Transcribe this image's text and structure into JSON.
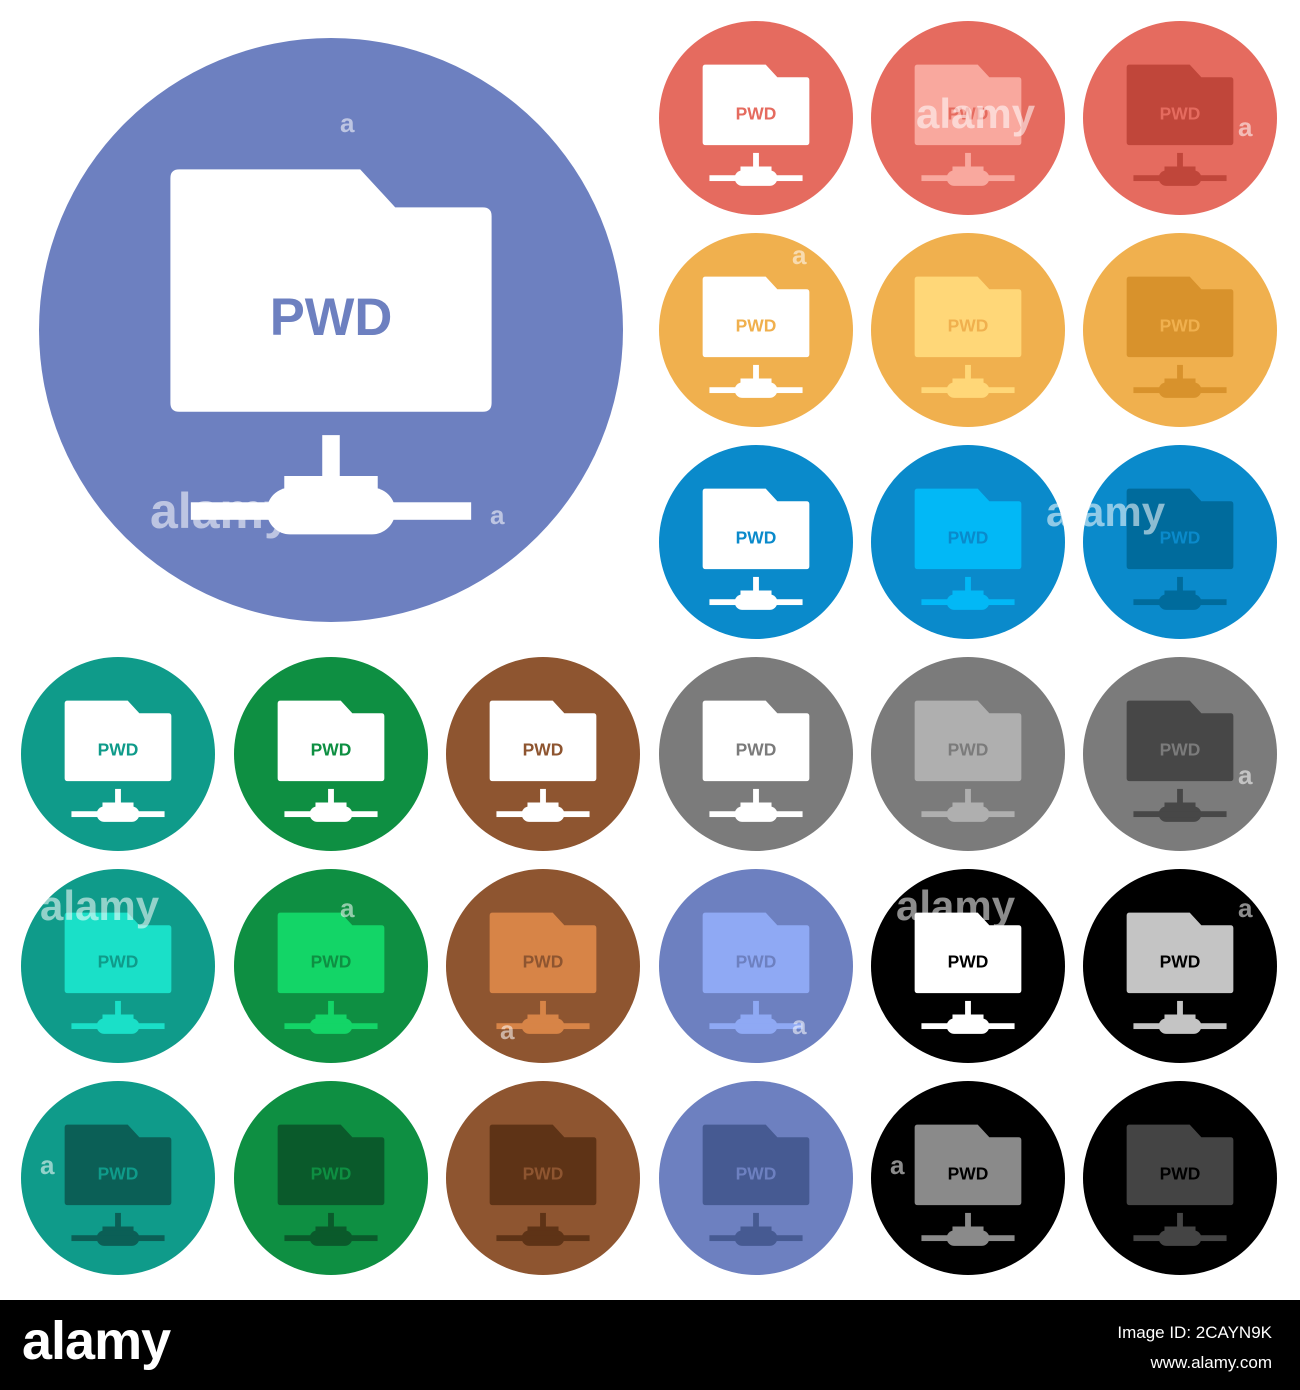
{
  "icon": {
    "name": "ftp-network-folder-icon",
    "label": "PWD",
    "variants": [
      {
        "bg": "#6d80c0",
        "folder": "#ffffff",
        "text": "#6d80c0",
        "net": "#ffffff"
      },
      {
        "bg": "#e56b5f",
        "folder": "#ffffff",
        "text": "#e56b5f",
        "net": "#ffffff"
      },
      {
        "bg": "#e56b5f",
        "folder": "#f9a89e",
        "text": "#e56b5f",
        "net": "#f9a89e"
      },
      {
        "bg": "#e56b5f",
        "folder": "#c0463a",
        "text": "#e56b5f",
        "net": "#c0463a"
      },
      {
        "bg": "#f0b04e",
        "folder": "#ffffff",
        "text": "#f0b04e",
        "net": "#ffffff"
      },
      {
        "bg": "#f0b04e",
        "folder": "#ffd778",
        "text": "#f0b04e",
        "net": "#ffd778"
      },
      {
        "bg": "#f0b04e",
        "folder": "#d8922c",
        "text": "#f0b04e",
        "net": "#d8922c"
      },
      {
        "bg": "#0a8acb",
        "folder": "#ffffff",
        "text": "#0a8acb",
        "net": "#ffffff"
      },
      {
        "bg": "#0a8acb",
        "folder": "#02b8f6",
        "text": "#0a8acb",
        "net": "#02b8f6"
      },
      {
        "bg": "#0a8acb",
        "folder": "#006b9c",
        "text": "#0a8acb",
        "net": "#006b9c"
      },
      {
        "bg": "#0f9b8a",
        "folder": "#ffffff",
        "text": "#0f9b8a",
        "net": "#ffffff"
      },
      {
        "bg": "#0e8f42",
        "folder": "#ffffff",
        "text": "#0e8f42",
        "net": "#ffffff"
      },
      {
        "bg": "#8e5530",
        "folder": "#ffffff",
        "text": "#8e5530",
        "net": "#ffffff"
      },
      {
        "bg": "#7b7b7b",
        "folder": "#ffffff",
        "text": "#7b7b7b",
        "net": "#ffffff"
      },
      {
        "bg": "#7b7b7b",
        "folder": "#afafaf",
        "text": "#7b7b7b",
        "net": "#afafaf"
      },
      {
        "bg": "#7b7b7b",
        "folder": "#474747",
        "text": "#7b7b7b",
        "net": "#474747"
      },
      {
        "bg": "#0f9b8a",
        "folder": "#1ae0c8",
        "text": "#0f9b8a",
        "net": "#1ae0c8"
      },
      {
        "bg": "#0e8f42",
        "folder": "#13d567",
        "text": "#0e8f42",
        "net": "#13d567"
      },
      {
        "bg": "#8e5530",
        "folder": "#d78447",
        "text": "#8e5530",
        "net": "#d78447"
      },
      {
        "bg": "#6d80c0",
        "folder": "#8fa9f4",
        "text": "#6d80c0",
        "net": "#8fa9f4"
      },
      {
        "bg": "#000000",
        "folder": "#ffffff",
        "text": "#000000",
        "net": "#ffffff"
      },
      {
        "bg": "#000000",
        "folder": "#c4c4c4",
        "text": "#000000",
        "net": "#c4c4c4"
      },
      {
        "bg": "#0f9b8a",
        "folder": "#0b5f56",
        "text": "#0f9b8a",
        "net": "#0b5f56"
      },
      {
        "bg": "#0e8f42",
        "folder": "#0a5a2b",
        "text": "#0e8f42",
        "net": "#0a5a2b"
      },
      {
        "bg": "#8e5530",
        "folder": "#5e3316",
        "text": "#8e5530",
        "net": "#5e3316"
      },
      {
        "bg": "#6d80c0",
        "folder": "#465a92",
        "text": "#6d80c0",
        "net": "#465a92"
      },
      {
        "bg": "#000000",
        "folder": "#8a8a8a",
        "text": "#000000",
        "net": "#8a8a8a"
      },
      {
        "bg": "#000000",
        "folder": "#444444",
        "text": "#000000",
        "net": "#444444"
      }
    ]
  },
  "watermark": {
    "text": "alamy",
    "letter": "a"
  },
  "footer": {
    "logo": "alamy",
    "image_id_line": "Image ID: 2CAYN9K",
    "site": "www.alamy.com",
    "bg": "#000000"
  }
}
